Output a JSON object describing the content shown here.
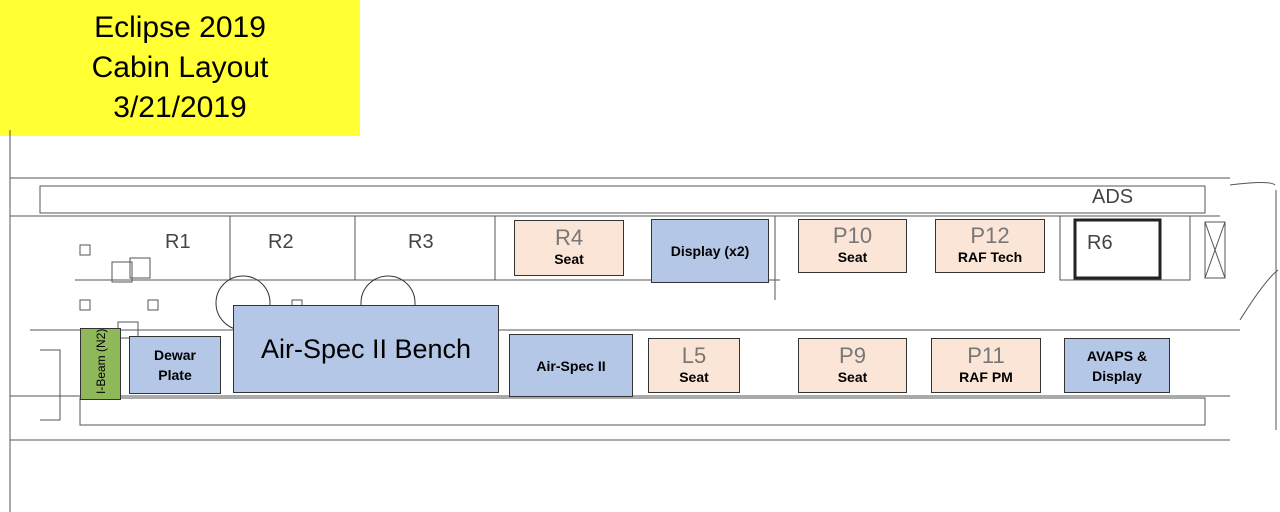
{
  "title": {
    "line1": "Eclipse 2019",
    "line2": "Cabin Layout",
    "line3": "3/21/2019"
  },
  "floor_labels": {
    "r1": "R1",
    "r2": "R2",
    "r3": "R3",
    "r6": "R6",
    "ads": "ADS"
  },
  "items": {
    "r4": {
      "pos": "R4",
      "label": "Seat"
    },
    "display": {
      "label": "Display (x2)"
    },
    "p10": {
      "pos": "P10",
      "label": "Seat"
    },
    "p12": {
      "pos": "P12",
      "label": "RAF Tech"
    },
    "ibeam": {
      "label": "I-Beam (N2)"
    },
    "dewar": {
      "label": "Dewar Plate"
    },
    "bench": {
      "label": "Air-Spec II Bench"
    },
    "airspec": {
      "label": "Air-Spec II"
    },
    "l5": {
      "pos": "L5",
      "label": "Seat"
    },
    "p9": {
      "pos": "P9",
      "label": "Seat"
    },
    "p11": {
      "pos": "P11",
      "label": "RAF PM"
    },
    "avaps": {
      "label": "AVAPS & Display"
    }
  },
  "colors": {
    "title_bg": "#ffff33",
    "seat": "#fbe5d6",
    "equipment": "#b4c7e7",
    "ibeam": "#8fb85a"
  }
}
